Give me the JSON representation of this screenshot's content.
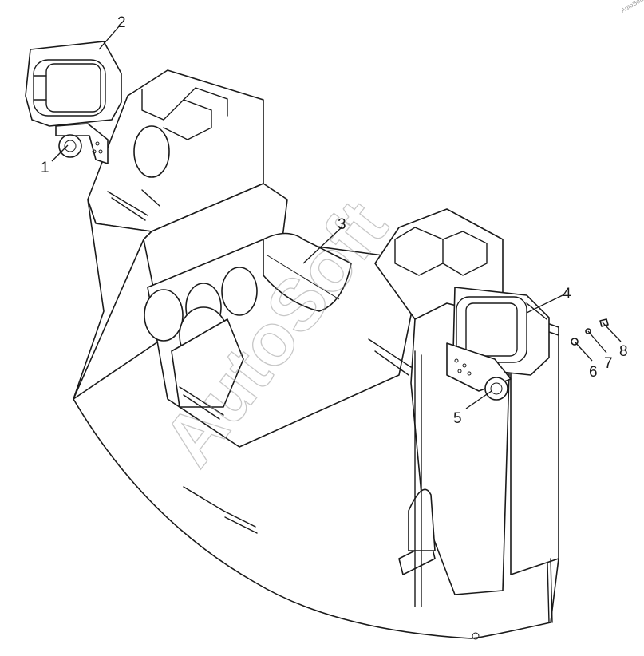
{
  "callouts": [
    {
      "id": "1",
      "label": "1"
    },
    {
      "id": "2",
      "label": "2"
    },
    {
      "id": "3",
      "label": "3"
    },
    {
      "id": "4",
      "label": "4"
    },
    {
      "id": "5",
      "label": "5"
    },
    {
      "id": "6",
      "label": "6"
    },
    {
      "id": "7",
      "label": "7"
    },
    {
      "id": "8",
      "label": "8"
    }
  ],
  "watermark": {
    "text": "AutoSoft",
    "corner_text": "AutoSoft"
  },
  "colors": {
    "line": "#1a1a1a",
    "background": "#ffffff",
    "watermark": "#9a9a9a"
  }
}
